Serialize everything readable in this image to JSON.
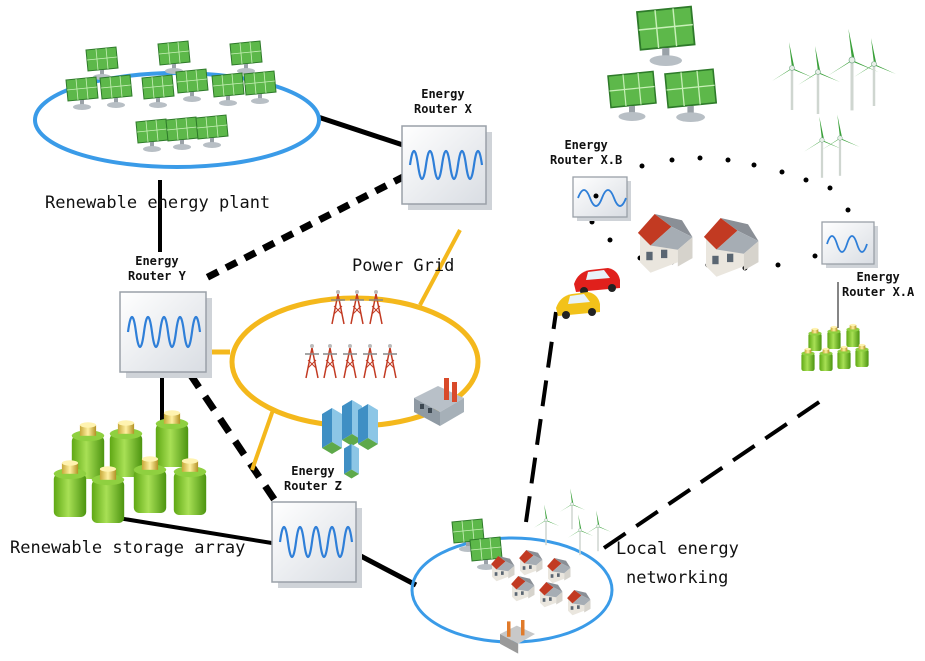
{
  "labels": {
    "renewable_plant": "Renewable energy plant",
    "power_grid": "Power Grid",
    "storage_array": "Renewable storage array",
    "local_network_line1": "Local energy",
    "local_network_line2": "networking"
  },
  "routers": {
    "x": {
      "line1": "Energy",
      "line2": "Router X"
    },
    "y": {
      "line1": "Energy",
      "line2": "Router Y"
    },
    "z": {
      "line1": "Energy",
      "line2": "Router Z"
    },
    "xb": {
      "line1": "Energy",
      "line2": "Router X.B"
    },
    "xa": {
      "line1": "Energy",
      "line2": "Router X.A"
    }
  },
  "colors": {
    "ring_blue": "#3a9be8",
    "grid_orange": "#f4b81c",
    "battery_green": "#7cc623",
    "solar_green": "#4fae3a",
    "house_roof": "#c23a22",
    "wave_blue": "#2f7fd8"
  },
  "icons": [
    "solar-panel-icon",
    "wind-turbine-icon",
    "battery-icon",
    "house-icon",
    "car-icon",
    "power-tower-icon",
    "factory-icon",
    "building-icon",
    "energy-router-icon"
  ]
}
